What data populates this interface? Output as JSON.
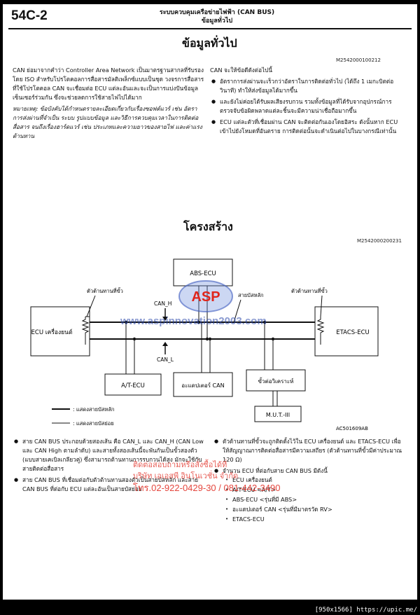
{
  "header": {
    "code": "54C-2",
    "title_line1": "ระบบควบคุมเครือข่ายไฟฟ้า (CAN BUS)",
    "title_line2": "ข้อมูลทั่วไป"
  },
  "general": {
    "title": "ข้อมูลทั่วไป",
    "code": "M2542000100212",
    "intro": "CAN ย่อมาจากคำว่า Controller Area Network เป็นมาตรฐานสากลที่รับรองโดย ISO สำหรับโปรโตคอลการสื่อสารมัลติเพล็กซ์แบบเป็นชุด วงจรการสื่อสารที่ใช้โปรโตคอล CAN จะเชื่อมต่อ ECU แต่ละอันและจะเป็นการแบ่งปันข้อมูลเซ็นเซอร์ร่วมกัน ซึ่งจะช่วยลดการใช้สายไฟไปได้มาก",
    "note": "หมายเหตุ: ข้อบังคับได้กำหนดรายละเอียดเกี่ยวกับเรื่องซอฟต์แวร์ เช่น อัตราการส่งผ่านที่จำเป็น ระบบ รูปแบบข้อมูล และวิธีการควบคุมเวลาในการติดต่อสื่อสาร จนถึงเรื่องฮาร์ดแวร์ เช่น ประเภทและความยาวของสายไฟ และค่าแรงต้านทาน",
    "right_heading": "CAN จะให้ข้อดีดังต่อไปนี้",
    "advantages": [
      "อัตราการส่งผ่านจะเร็วกว่าอัตราในการติดต่อทั่วไป (ได้ถึง 1 เมกะบิตต่อวินาที) ทำให้ส่งข้อมูลได้มากขึ้น",
      "และยังไม่ค่อยได้รับผลเสียงรบกวน รวมทั้งข้อมูลที่ได้รับจากอุปกรณ์การตรวจจับข้อผิดพลาดแต่ละชิ้นจะมีความน่าเชื่อถือมากขึ้น",
      "ECU แต่ละตัวที่เชื่อมผ่าน CAN จะติดต่อกันเองโดยอิสระ ดังนั้นหาก ECU เข้าไปยังโหมดที่อันตราย การติดต่อนั้นจะดำเนินต่อไปในบางกรณีเท่านั้น"
    ]
  },
  "structure": {
    "title": "โครงสร้าง",
    "code": "M2542000200231",
    "figure_code": "AC501609AB",
    "diagram": {
      "abs": "ABS-ECU",
      "ecu_engine": "ECU เครื่องยนต์",
      "etacs": "ETACS-ECU",
      "at": "A/T-ECU",
      "adapter": "อะแดปเตอร์ CAN",
      "connector": "ขั้วต่อวิเคราะห์",
      "mut": "M.U.T.-III",
      "can_h": "CAN_H",
      "can_l": "CAN_L",
      "resistor_left": "ตัวต้านทานที่ขั้ว",
      "resistor_right": "ตัวต้านทานที่ขั้ว",
      "main_bus_label": "สายบัสหลัก",
      "legend_main": ": แสดงสายบัสหลัก",
      "legend_sub": ": แสดงสายบัสย่อย"
    },
    "left_bullets": [
      "สาย CAN BUS ประกอบด้วยสองเส้น คือ CAN_L และ CAN_H (CAN Low และ CAN High ตามลำดับ) และสายทั้งสองเส้นนี้จะพันกันเป็นขั้วสองตัว (แบบสายเคเบิลเกลียวคู่) ซึ่งสามารถต้านทานการรบกวนได้สูง มักจะใช้กับสายติดต่อสื่อสาร",
      "สาย CAN BUS ที่เชื่อมต่อกับตัวต้านทานสองตัวเป็นสายบัสหลัก และสาย CAN BUS ที่ต่อกับ ECU แต่ละอันเป็นสายบัสย่อย"
    ],
    "right_bullets": [
      "ตัวต้านทานที่ขั้วจะถูกติดตั้งไว้ใน ECU เครื่องยนต์ และ ETACS-ECU เพื่อให้สัญญาณการติดต่อสื่อสารมีความเสถียร (ตัวต้านทานที่ขั้วมีค่าประมาณ 120 Ω)",
      "จำนวน ECU ที่ต่อกับสาย CAN BUS มีดังนี้"
    ],
    "ecu_list": [
      "ECU เครื่องยนต์",
      "A/T-ECU <A/T>",
      "ABS-ECU <รุ่นที่มี ABS>",
      "อะแดปเตอร์ CAN <รุ่นที่มีมาตรวัด RV>",
      "ETACS-ECU"
    ]
  },
  "watermark": {
    "logo": "ASP",
    "url": "www.aspinnovation2003.com",
    "line1": "ติดต่อสอบถามหรือสั่งซื้อได้ที่",
    "line2": "บริษัท เอเอสพี อินโนเวชั่น จำกัด",
    "phone": "โทร.02-922-0429-30 / 081-442-3490",
    "color": "#e0261c"
  },
  "footer": {
    "text": "[950x1566] https://upic.me/"
  }
}
